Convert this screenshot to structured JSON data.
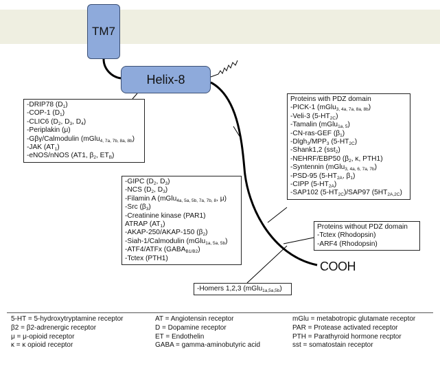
{
  "labels": {
    "tm7": "TM7",
    "helix": "Helix-8",
    "cooh": "COOH"
  },
  "boxes": {
    "left_top": [
      [
        "-DRIP78 (D",
        [
          "1"
        ],
        ")"
      ],
      [
        "-COP-1 (D",
        [
          "1"
        ],
        ")"
      ],
      [
        "-CLIC6 (D",
        [
          "2"
        ],
        ", D",
        [
          "3"
        ],
        ", D",
        [
          "4"
        ],
        ")"
      ],
      [
        "-Periplakin (μ)"
      ],
      [
        "-Gβγ/Calmodulin (mGlu",
        [
          "4, 7a, 7b, 8a, 8b"
        ],
        ")"
      ],
      [
        "-JAK (AT",
        [
          "1"
        ],
        ")"
      ],
      [
        "-eNOS/nNOS (AT1, β",
        [
          "2"
        ],
        ", ET",
        [
          "B"
        ],
        ")"
      ]
    ],
    "middle": [
      [
        "-GIPC (D",
        [
          "2"
        ],
        ", D",
        [
          "3"
        ],
        ")"
      ],
      [
        "-NCS (D",
        [
          "2"
        ],
        ", D",
        [
          "3"
        ],
        ")"
      ],
      [
        "-Filamin A (mGlu",
        [
          "4a, 5a, 5b, 7a, 7b, 8"
        ],
        ", μ)"
      ],
      [
        "-Src (β",
        [
          "3"
        ],
        ")"
      ],
      [
        "-Creatinine kinase (PAR1)"
      ],
      [
        "ATRAP (AT",
        [
          "1"
        ],
        ")"
      ],
      [
        "-AKAP-250/AKAP-150 (β",
        [
          "2"
        ],
        ")"
      ],
      [
        "-Siah-1/Calmodulin (mGlu",
        [
          "1a, 5a, 5b"
        ],
        ")"
      ],
      [
        "-ATF4/ATFx (GABA",
        [
          "B1/B2"
        ],
        ")"
      ],
      [
        "-Tctex (PTH1)"
      ]
    ],
    "pdz": {
      "header": "Proteins with PDZ domain",
      "items": [
        [
          "-PICK-1 (mGlu",
          [
            "3, 4a, 7a, 8a, 8b"
          ],
          ")"
        ],
        [
          "-Veli-3 (5-HT",
          [
            "2C"
          ],
          ")"
        ],
        [
          "-Tamalin (mGlu",
          [
            "1a, 5"
          ],
          ")"
        ],
        [
          "-CN-ras-GEF (β",
          [
            "1"
          ],
          ")"
        ],
        [
          "-Dlgh",
          [
            "3"
          ],
          "/MPP",
          [
            "3"
          ],
          " (5-HT",
          [
            "2C"
          ],
          ")"
        ],
        [
          "-Shank1,2 (sst",
          [
            "2"
          ],
          ")"
        ],
        [
          "-NEHRF/EBP50 (β",
          [
            "2"
          ],
          ", κ, PTH1)"
        ],
        [
          "-Syntennin (mGlu",
          [
            "3, 4a, 6, 7a, 7b"
          ],
          ")"
        ],
        [
          "-PSD-95 (5-HT",
          [
            "2A"
          ],
          ", β",
          [
            "1"
          ],
          ")"
        ],
        [
          "-CIPP (5-HT",
          [
            "2A"
          ],
          ")"
        ],
        [
          "-SAP102 (5-HT",
          [
            "2C"
          ],
          ")/SAP97 (5HT",
          [
            "2A,2C"
          ],
          ")"
        ]
      ]
    },
    "no_pdz": {
      "header": "Proteins without PDZ domain",
      "items": [
        [
          "-Tctex (Rhodopsin)"
        ],
        [
          "-ARF4 (Rhodopsin)"
        ]
      ]
    },
    "homers": [
      [
        "-Homers 1,2,3 (mGlu",
        [
          "1a,5a,5b"
        ],
        ")"
      ]
    ]
  },
  "legend": {
    "col1": [
      "5-HT = 5-hydroxytryptamine receptor",
      "β2 = β2-adrenergic receptor",
      "μ = μ-opioid receptor",
      "κ = κ opioid receptor"
    ],
    "col2": [
      "AT = Angiotensin receptor",
      "D = Dopamine receptor",
      "ET = Endothelin",
      "GABA = gamma-aminobutyric acid"
    ],
    "col3": [
      "mGlu = metabotropic glutamate receptor",
      "PAR = Protease activated receptor",
      "PTH = Parathyroid hormone recptor",
      "sst = somatostain receptor"
    ]
  },
  "colors": {
    "helix_fill": "#8eaadb",
    "membrane": "#efefe1"
  }
}
